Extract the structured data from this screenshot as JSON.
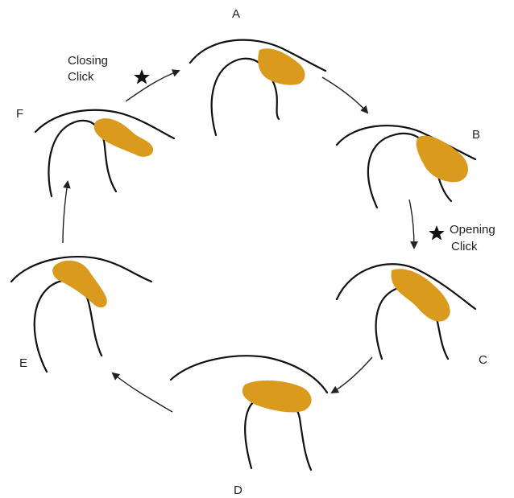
{
  "stages": [
    {
      "key": "A",
      "label": "A"
    },
    {
      "key": "B",
      "label": "B"
    },
    {
      "key": "C",
      "label": "C"
    },
    {
      "key": "D",
      "label": "D"
    },
    {
      "key": "E",
      "label": "E"
    },
    {
      "key": "F",
      "label": "F"
    }
  ],
  "annotations": {
    "closing_line1": "Closing",
    "closing_line2": "Click",
    "opening_line1": "Opening",
    "opening_line2": "Click"
  },
  "colors": {
    "disc": "#d99a1e",
    "outline": "#111111",
    "background": "#ffffff"
  }
}
